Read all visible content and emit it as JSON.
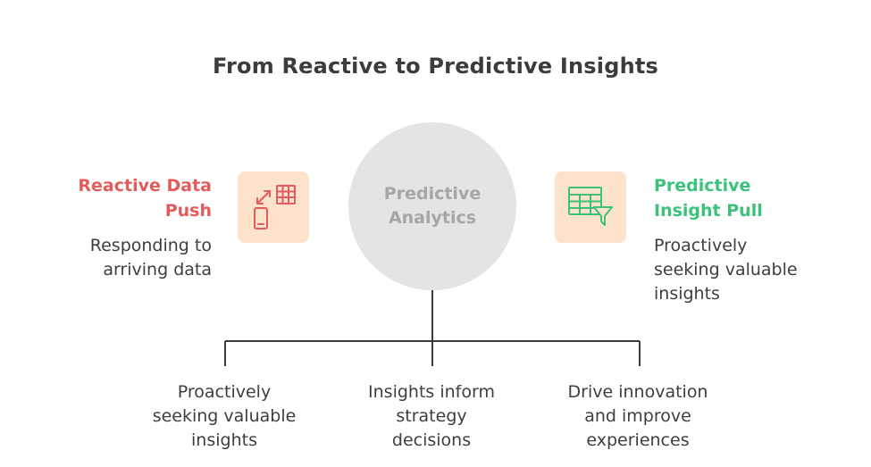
{
  "title": "From Reactive to Predictive Insights",
  "center": {
    "label": "Predictive\nAnalytics"
  },
  "left": {
    "title": "Reactive Data\nPush",
    "description": "Responding to\narriving data",
    "icon": "phone-table-sync-icon",
    "accent": "#e45b5b"
  },
  "right": {
    "title": "Predictive\nInsight Pull",
    "description": "Proactively\nseeking valuable\ninsights",
    "icon": "table-filter-icon",
    "accent": "#3cc27a"
  },
  "branches": [
    {
      "label": "Proactively\nseeking valuable\ninsights"
    },
    {
      "label": "Insights inform\nstrategy\ndecisions"
    },
    {
      "label": "Drive innovation\nand improve\nexperiences"
    }
  ],
  "colors": {
    "icon_box_bg": "#fde2cc",
    "icon_left_stroke": "#e45b5b",
    "icon_right_stroke": "#3cc27a",
    "circle_bg": "#e4e4e4",
    "connector": "#3a3a3a"
  }
}
